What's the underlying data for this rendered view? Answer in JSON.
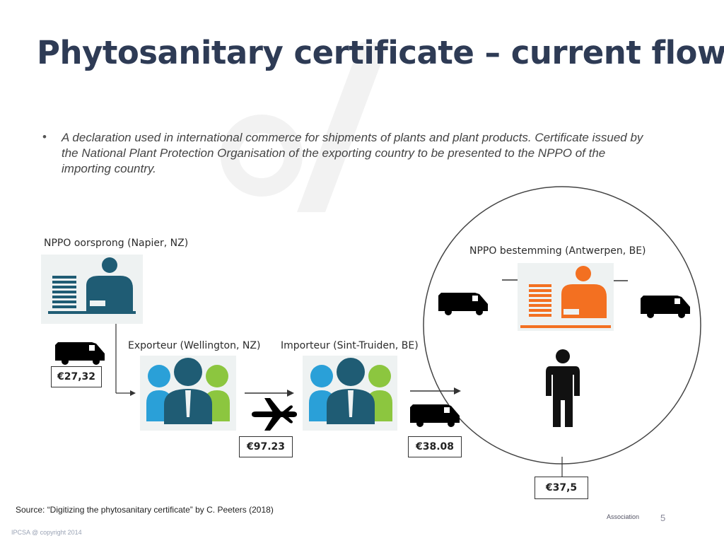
{
  "slide": {
    "title": "Phytosanitary certificate – current flow",
    "bullet": "A declaration used in international commerce for shipments of plants and plant products. Certificate issued by the National Plant Protection Organisation of the exporting country to be presented to the NPPO of the importing country.",
    "source": "Source: “Digitizing the phytosanitary certificate” by C. Peeters (2018)",
    "footer": "IPCSA @ copyright 2014",
    "association": "Association",
    "page_number": "5"
  },
  "diagram": {
    "nppo_origin": "NPPO oorsprong (Napier, NZ)",
    "nppo_destination": "NPPO bestemming (Antwerpen, BE)",
    "exporter": "Exporteur (Wellington, NZ)",
    "importer": "Importeur (Sint-Truiden, BE)",
    "prices": {
      "origin_transport": "€27,32",
      "air_freight": "€97.23",
      "truck": "€38.08",
      "destination": "€37,5"
    },
    "colors": {
      "teal": "#1f5c74",
      "blue": "#2aa0d8",
      "green": "#8cc63f",
      "orange": "#f37021",
      "panel": "#eef2f2"
    }
  }
}
